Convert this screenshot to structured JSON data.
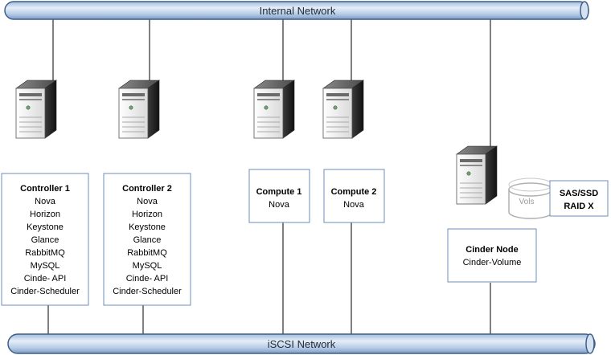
{
  "networks": {
    "internal": "Internal Network",
    "iscsi": "iSCSI Network"
  },
  "nodes": {
    "controller1": {
      "title": "Controller 1",
      "services": [
        "Nova",
        "Horizon",
        "Keystone",
        "Glance",
        "RabbitMQ",
        "MySQL",
        "Cinde- API",
        "Cinder-Scheduler"
      ]
    },
    "controller2": {
      "title": "Controller 2",
      "services": [
        "Nova",
        "Horizon",
        "Keystone",
        "Glance",
        "RabbitMQ",
        "MySQL",
        "Cinde- API",
        "Cinder-Scheduler"
      ]
    },
    "compute1": {
      "title": "Compute 1",
      "services": [
        "Nova"
      ]
    },
    "compute2": {
      "title": "Compute 2",
      "services": [
        "Nova"
      ]
    },
    "cinder": {
      "title": "Cinder Node",
      "services": [
        "Cinder-Volume"
      ]
    }
  },
  "storage": {
    "vols_label": "Vols",
    "raid_line1": "SAS/SSD",
    "raid_line2": "RAID X"
  },
  "colors": {
    "pipe_fill": "#c5d7ee",
    "pipe_stroke": "#3d5f86",
    "box_stroke": "#6c8fb7",
    "server_light": "#f4f4f4",
    "server_dark": "#3c3c3c"
  }
}
